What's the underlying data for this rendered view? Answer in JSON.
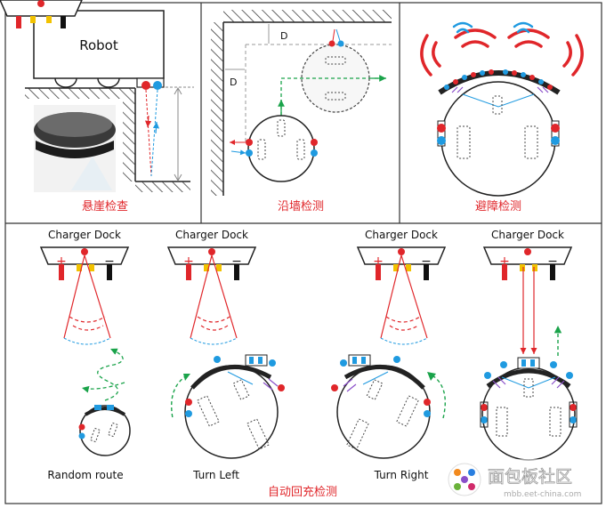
{
  "top": {
    "cliff": {
      "robot_label": "Robot",
      "caption": "悬崖检查"
    },
    "wall": {
      "d_label_top": "D",
      "d_label_left": "D",
      "caption": "沿墙检测"
    },
    "obstacle": {
      "caption": "避障检测"
    }
  },
  "bottom": {
    "dock_label": "Charger Dock",
    "plus": "+",
    "minus": "−",
    "panels": [
      {
        "caption": "Random route"
      },
      {
        "caption": "Turn Left"
      },
      {
        "caption": "Turn Right"
      },
      {
        "caption": ""
      }
    ],
    "caption": "自动回充检测"
  },
  "watermark": {
    "text": "面包板社区",
    "url": "mbb.eet-china.com"
  },
  "colors": {
    "red": "#e0262a",
    "blue": "#1f9ae0",
    "green": "#1aa34a",
    "yellow": "#f2c200",
    "purple": "#8a4fc9"
  }
}
